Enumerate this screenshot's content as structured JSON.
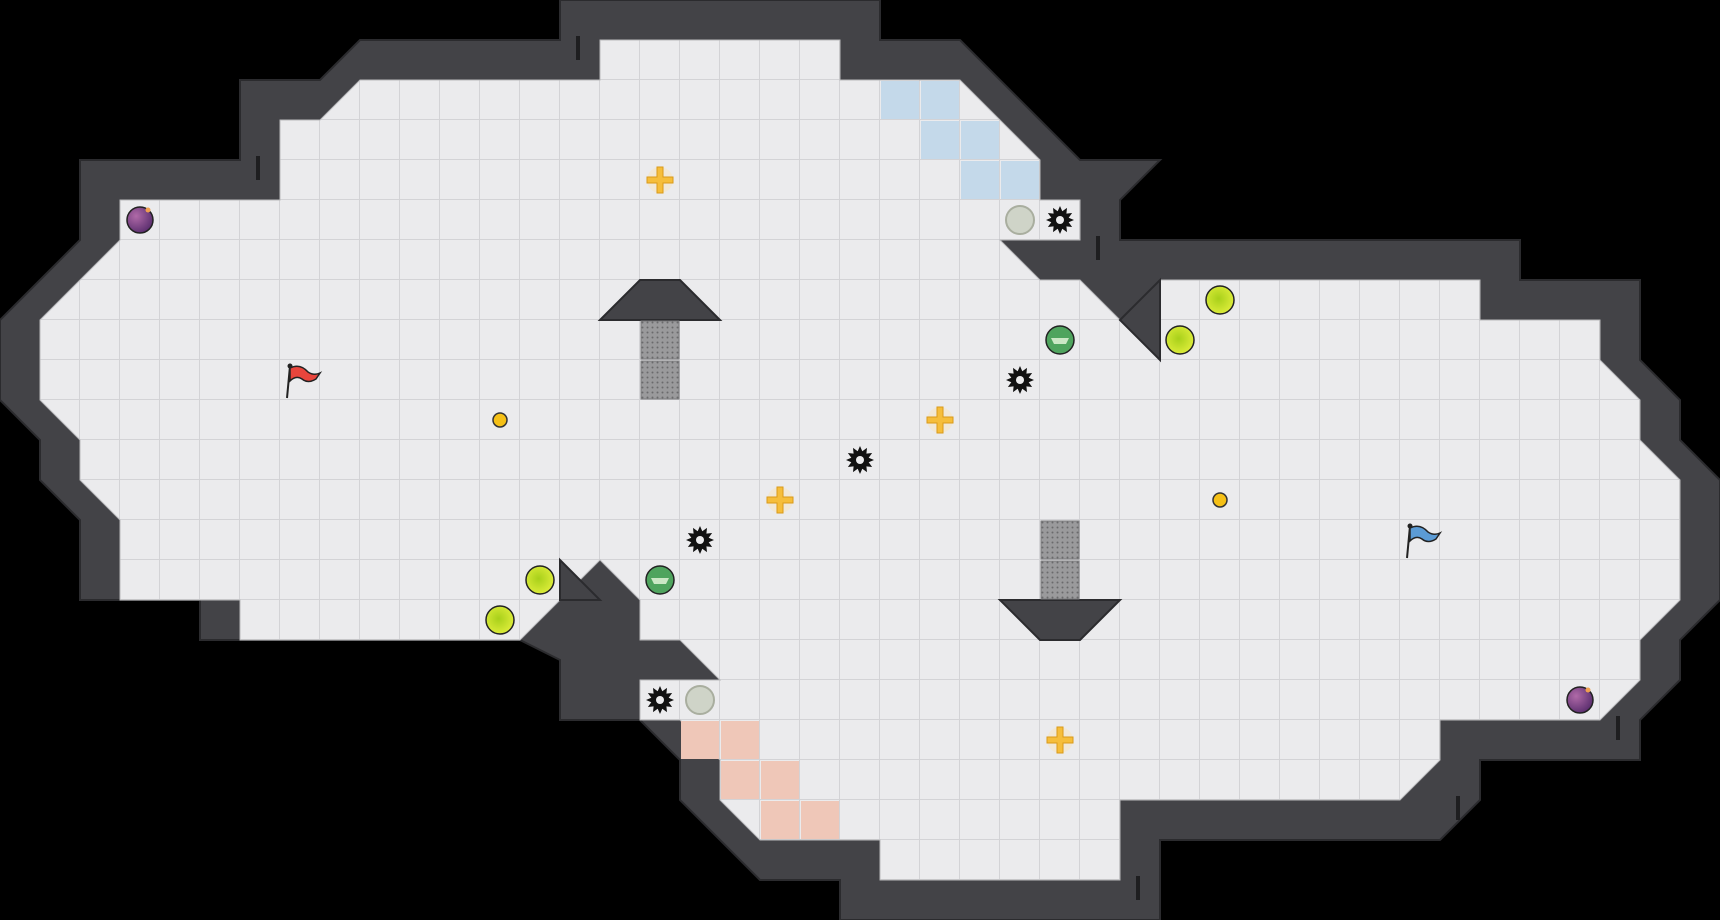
{
  "colors": {
    "background": "#000000",
    "wall": "#434347",
    "wall_edge": "#2f2f33",
    "floor": "#ebebed",
    "floor_line": "#d3d3d6",
    "team_blue": "#c4d9ea",
    "team_red": "#efc7b8",
    "gate": "#a3a3a5",
    "flag_red": "#e8453c",
    "flag_blue": "#5b9bd5",
    "boost": "#f6be3a",
    "bomb": "#7b3f88",
    "powerup": "#c5e02a",
    "mine": "#111111",
    "button": "#f5c016",
    "portal": "#4fa45e",
    "neutral": "#cfd4c8"
  },
  "flags": [
    {
      "team": "red",
      "icon": "red-flag-icon",
      "col": 7,
      "row": 9
    },
    {
      "team": "blue",
      "icon": "blue-flag-icon",
      "col": 35,
      "row": 13
    }
  ],
  "bombs": [
    {
      "icon": "bomb-icon",
      "col": 3,
      "row": 5
    },
    {
      "icon": "bomb-icon",
      "col": 39,
      "row": 17
    }
  ],
  "boosts": [
    {
      "icon": "boost-icon",
      "col": 16,
      "row": 4
    },
    {
      "icon": "boost-icon",
      "col": 23,
      "row": 10
    },
    {
      "icon": "boost-icon",
      "col": 19,
      "row": 12
    },
    {
      "icon": "boost-icon",
      "col": 26,
      "row": 18
    }
  ],
  "mines": [
    {
      "icon": "spike-icon",
      "col": 26,
      "row": 5
    },
    {
      "icon": "spike-icon",
      "col": 25,
      "row": 9
    },
    {
      "icon": "spike-icon",
      "col": 21,
      "row": 11
    },
    {
      "icon": "spike-icon",
      "col": 17,
      "row": 13
    },
    {
      "icon": "spike-icon",
      "col": 16,
      "row": 17
    }
  ],
  "powerups": [
    {
      "icon": "powerup-icon",
      "col": 30,
      "row": 7
    },
    {
      "icon": "powerup-icon",
      "col": 29,
      "row": 8
    },
    {
      "icon": "powerup-icon",
      "col": 13,
      "row": 14
    },
    {
      "icon": "powerup-icon",
      "col": 12,
      "row": 15
    }
  ],
  "portals": [
    {
      "icon": "portal-icon",
      "col": 26,
      "row": 8
    },
    {
      "icon": "portal-icon",
      "col": 16,
      "row": 14
    }
  ],
  "neutral_pads": [
    {
      "icon": "neutral-pad-icon",
      "col": 25,
      "row": 5
    },
    {
      "icon": "neutral-pad-icon",
      "col": 17,
      "row": 17
    }
  ],
  "buttons": [
    {
      "icon": "button-icon",
      "col": 12,
      "row": 10
    },
    {
      "icon": "button-icon",
      "col": 30,
      "row": 12
    }
  ],
  "gates": [
    {
      "col": 16,
      "row": 8
    },
    {
      "col": 16,
      "row": 9
    },
    {
      "col": 26,
      "row": 13
    },
    {
      "col": 26,
      "row": 14
    }
  ],
  "blue_zone": [
    {
      "col": 22,
      "row": 2
    },
    {
      "col": 23,
      "row": 2
    },
    {
      "col": 23,
      "row": 3
    },
    {
      "col": 24,
      "row": 3
    },
    {
      "col": 24,
      "row": 4
    },
    {
      "col": 25,
      "row": 4
    }
  ],
  "red_zone": [
    {
      "col": 17,
      "row": 18
    },
    {
      "col": 18,
      "row": 18
    },
    {
      "col": 18,
      "row": 19
    },
    {
      "col": 19,
      "row": 19
    },
    {
      "col": 19,
      "row": 20
    },
    {
      "col": 20,
      "row": 20
    }
  ]
}
